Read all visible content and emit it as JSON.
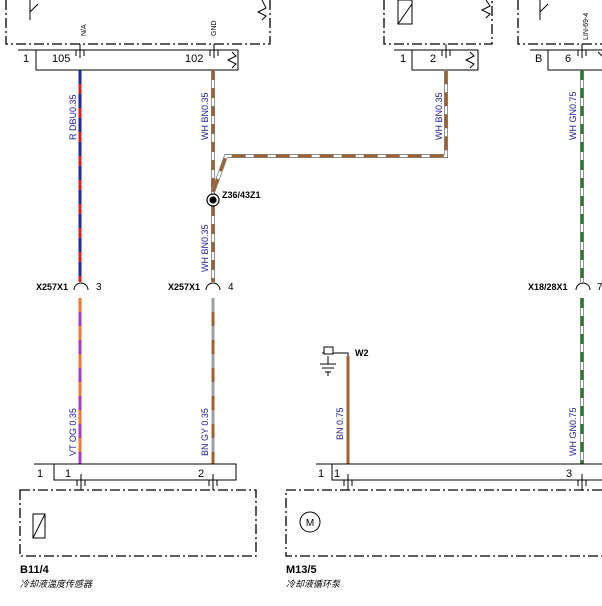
{
  "colors": {
    "red": "#d02020",
    "blue": "#1a2a9a",
    "white": "#ffffff",
    "brown": "#a06030",
    "violet": "#a040c0",
    "orange": "#f07830",
    "grey": "#9aa0a8",
    "green": "#2a7a2a",
    "wire_outline": "#666666",
    "text_blue": "#1a1aa0"
  },
  "top_connectors": [
    {
      "name": "left-module",
      "pin_box": "1",
      "pins": [
        {
          "num": "105",
          "signal": "N/A"
        },
        {
          "num": "102",
          "signal": "GND"
        }
      ]
    },
    {
      "name": "middle-module",
      "pin_box": "1",
      "pins": [
        {
          "num": "2",
          "signal": ""
        }
      ]
    },
    {
      "name": "right-module",
      "pin_box": "B",
      "pins": [
        {
          "num": "6",
          "signal": "LIN-69-4"
        }
      ]
    }
  ],
  "wires": [
    {
      "id": "w1",
      "label": "R DBU0.35"
    },
    {
      "id": "w2",
      "label": "WH BN0.35"
    },
    {
      "id": "w3",
      "label": "WH BN0.35"
    },
    {
      "id": "w4",
      "label": "WH GN0.75"
    },
    {
      "id": "w5",
      "label": "WH BN0.35"
    },
    {
      "id": "w6",
      "label": "VT OG 0.35"
    },
    {
      "id": "w7",
      "label": "BN GY 0.35"
    },
    {
      "id": "w8",
      "label": "BN 0.75"
    },
    {
      "id": "w9",
      "label": "WH GN0.75"
    }
  ],
  "splice": {
    "label": "Z36/43Z1"
  },
  "connectors": [
    {
      "id": "c1",
      "name": "X257X1",
      "pin": "3"
    },
    {
      "id": "c2",
      "name": "X257X1",
      "pin": "4"
    },
    {
      "id": "c3",
      "name": "X18/28X1",
      "pin": "7"
    }
  ],
  "ground": {
    "label": "W2"
  },
  "bottom_components": [
    {
      "id": "b11",
      "code": "B11/4",
      "description": "冷却液温度传感器",
      "pin_box": "1",
      "pins": [
        "1",
        "2"
      ]
    },
    {
      "id": "m13",
      "code": "M13/5",
      "description": "冷却液循环泵",
      "pin_box": "1",
      "pins": [
        "1",
        "3"
      ],
      "symbol": "M"
    }
  ]
}
